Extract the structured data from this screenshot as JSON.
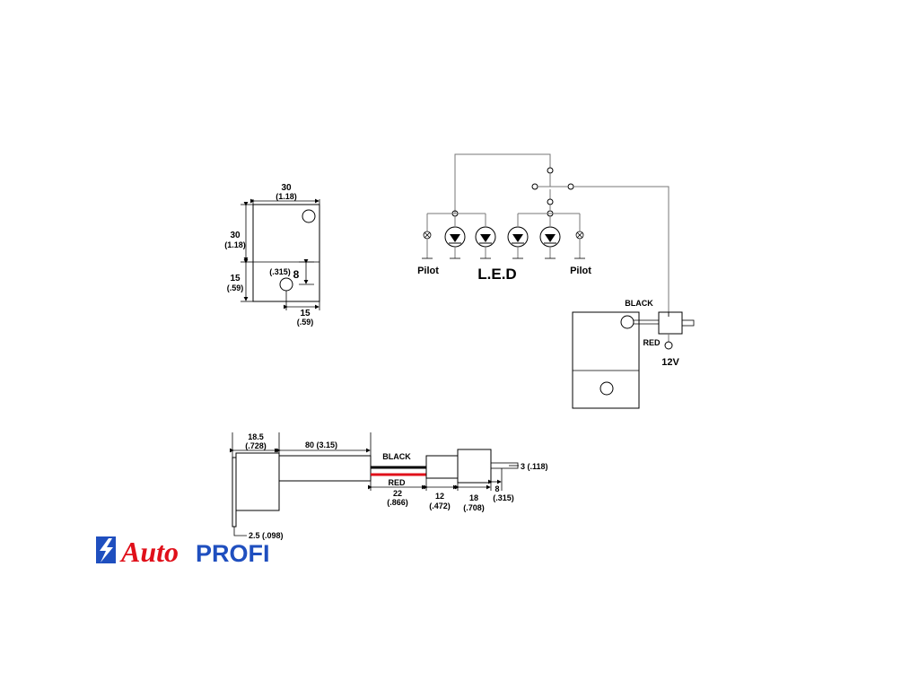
{
  "dimensions_top": {
    "width_mm": "30",
    "width_in": "(1.18)",
    "height_mm": "30",
    "height_in": "(1.18)",
    "lower_mm": "15",
    "lower_in": "(.59)",
    "hole_in": "(.315)",
    "hole_mm": "8",
    "bottom_mm": "15",
    "bottom_in": "(.59)"
  },
  "wiring": {
    "pilot_left": "Pilot",
    "led": "L.E.D",
    "pilot_right": "Pilot",
    "black": "BLACK",
    "red": "RED",
    "voltage": "12V"
  },
  "side_view": {
    "body": "18.5",
    "body_in": "(.728)",
    "cable": "80 (3.15)",
    "black": "BLACK",
    "red": "RED",
    "wire_mm": "22",
    "wire_in": "(.866)",
    "a_mm": "12",
    "a_in": "(.472)",
    "b_mm": "18",
    "b_in": "(.708)",
    "c_mm": "8",
    "c_in": "(.315)",
    "pin": "3 (.118)",
    "plate": "2.5 (.098)"
  },
  "logo": {
    "auto": "Auto",
    "profi": "PROFI",
    "colors": {
      "blue": "#1f4fbf",
      "red": "#e0101a"
    }
  }
}
